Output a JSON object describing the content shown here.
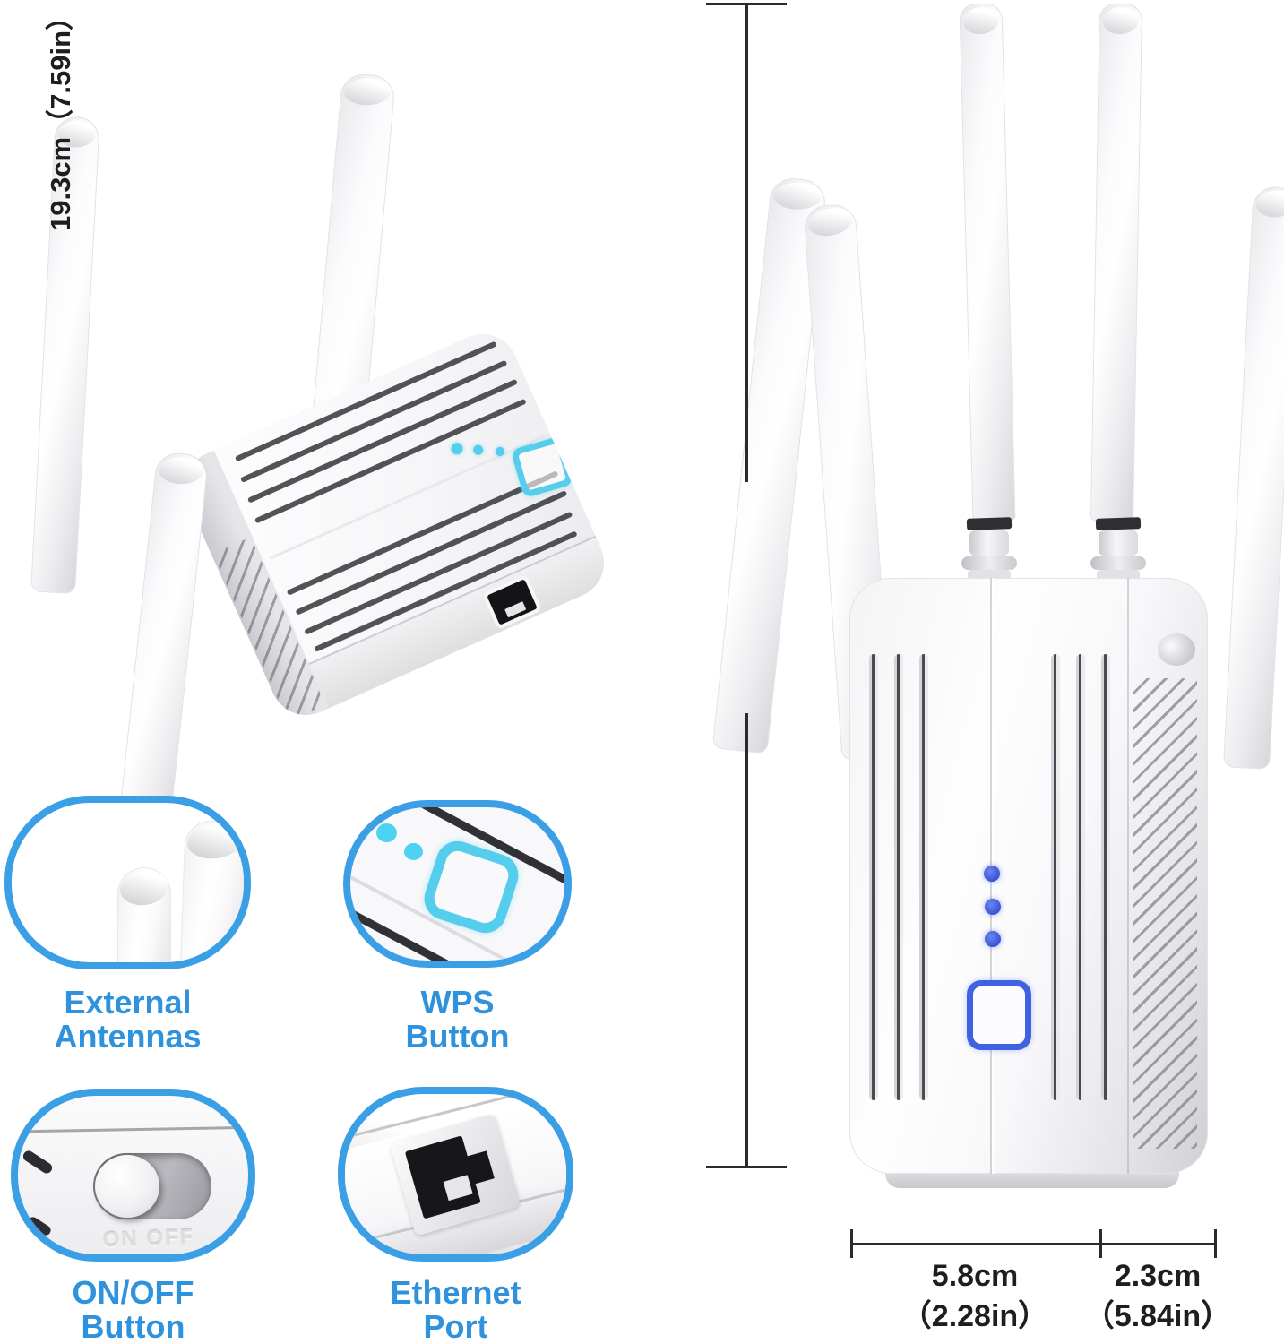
{
  "colors": {
    "callout_stroke": "#3b9fe6",
    "callout_text": "#2e93dc",
    "cyan_accent": "#55cdec",
    "blue_accent": "#3f62e2",
    "dimension_line": "#2b2b2b"
  },
  "dimensions": {
    "height": {
      "label": "19.3cm（7.59in）"
    },
    "width": {
      "value": "5.8cm",
      "inches": "（2.28in）"
    },
    "depth": {
      "value": "2.3cm",
      "inches": "（5.84in）"
    }
  },
  "callouts": [
    {
      "id": "external-antennas",
      "line1": "External",
      "line2": "Antennas"
    },
    {
      "id": "wps-button",
      "line1": "WPS",
      "line2": "Button"
    },
    {
      "id": "on-off-button",
      "line1": "ON/OFF",
      "line2": "Button",
      "embossed_label": "ON OFF"
    },
    {
      "id": "ethernet-port",
      "line1": "Ethernet",
      "line2": "Port"
    }
  ]
}
